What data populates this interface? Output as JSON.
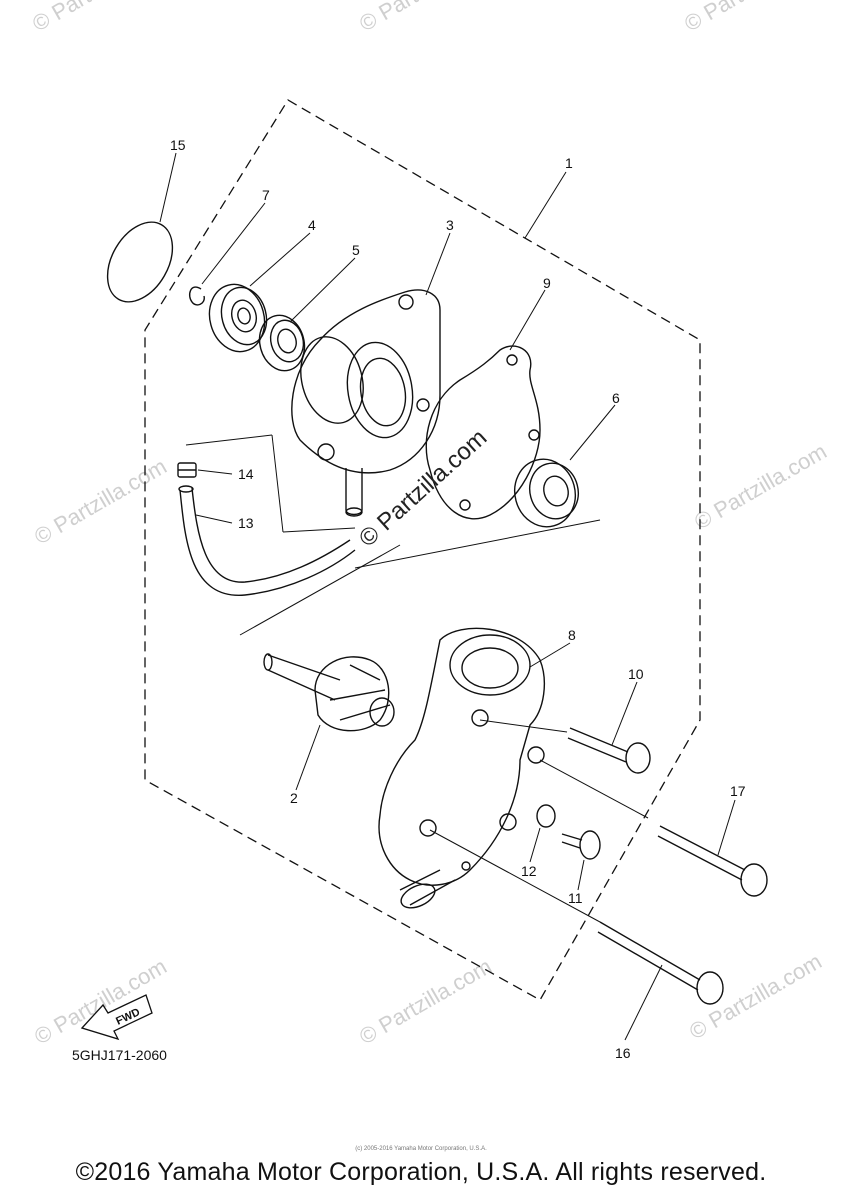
{
  "watermarks": {
    "text": "© Partzilla.com",
    "center_text": "© Partzilla.com"
  },
  "callouts": {
    "c1": "1",
    "c2": "2",
    "c3": "3",
    "c4": "4",
    "c5": "5",
    "c6": "6",
    "c7": "7",
    "c8": "8",
    "c9": "9",
    "c10": "10",
    "c11": "11",
    "c12": "12",
    "c13": "13",
    "c14": "14",
    "c15": "15",
    "c16": "16",
    "c17": "17"
  },
  "fwd_label": "FWD",
  "diagram_code": "5GHJ171-2060",
  "fineprint": "(c) 2005-2016 Yamaha Motor Corporation, U.S.A.",
  "copyright": "©2016 Yamaha Motor Corporation, U.S.A. All rights reserved."
}
